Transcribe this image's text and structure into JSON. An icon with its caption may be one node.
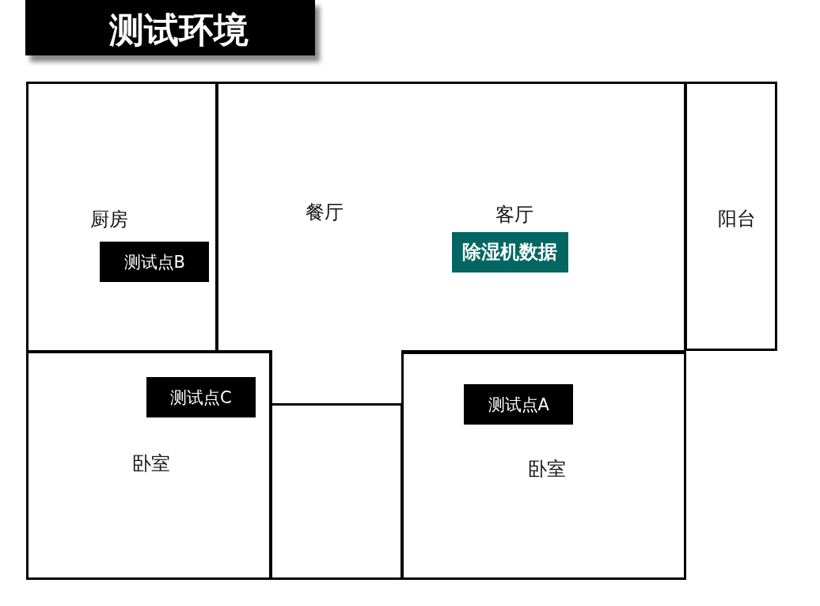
{
  "diagram": {
    "nodes": [
      {
        "text": [
          "测试环境"
        ]
      },
      {
        "text": [
          "厨房"
        ]
      },
      {
        "text": [
          "测试点B"
        ],
        "in": 1
      },
      {
        "text": [
          "餐厅",
          "客厅"
        ]
      },
      {
        "text": [
          "除湿机数据"
        ],
        "in": 3
      },
      {
        "text": [
          "阳台"
        ]
      },
      {
        "text": [
          "卧室"
        ]
      },
      {
        "text": [
          "测试点C"
        ],
        "in": 6
      },
      {
        "text": [],
        "shape": "box"
      },
      {
        "text": [
          "卧室"
        ]
      },
      {
        "text": [
          "测试点A"
        ],
        "in": 9
      }
    ]
  }
}
